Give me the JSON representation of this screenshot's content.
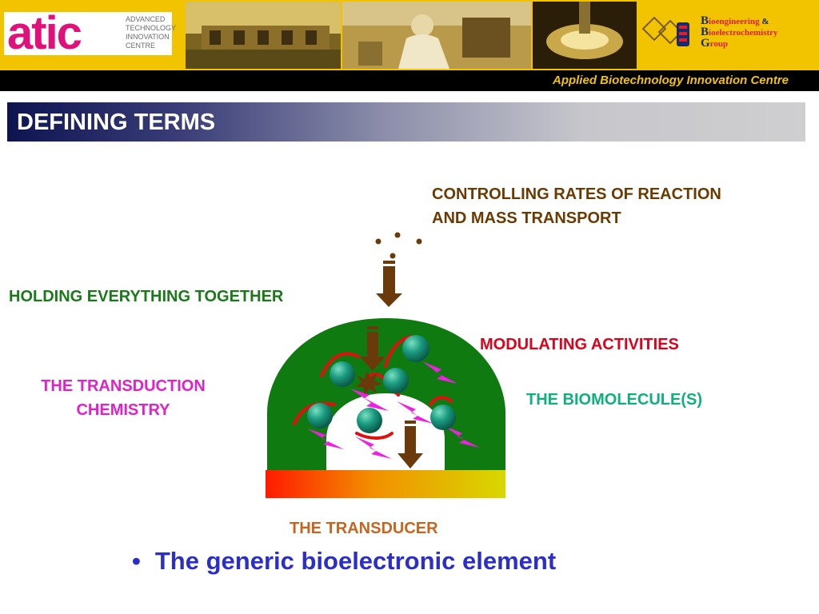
{
  "header": {
    "logo_word": "atic",
    "logo_lines": [
      "ADVANCED",
      "TECHNOLOGY",
      "INNOVATION",
      "CENTRE"
    ],
    "group_logo": [
      {
        "cap": "B",
        "rest": "ioengineering",
        "amp": " &"
      },
      {
        "cap": "B",
        "rest": "ioelectrochemistry",
        "amp": ""
      },
      {
        "cap": "G",
        "rest": "roup",
        "amp": ""
      }
    ],
    "subtitle": "Applied Biotechnology Innovation Centre"
  },
  "title": "DEFINING TERMS",
  "labels": {
    "controlling_line1": "CONTROLLING RATES OF REACTION",
    "controlling_line2": "AND MASS TRANSPORT",
    "holding": "HOLDING EVERYTHING TOGETHER",
    "modulating": "MODULATING ACTIVITIES",
    "transduction_line1": "THE TRANSDUCTION",
    "transduction_line2": "CHEMISTRY",
    "biomolecules": "THE BIOMOLECULE(S)",
    "transducer": "THE TRANSDUCER"
  },
  "bullet": "The generic bioelectronic element",
  "colors": {
    "header_yellow": "#f2c400",
    "atic_magenta": "#e0117a",
    "dark_brown_label": "#6b3a00",
    "green_label": "#1a7a1a",
    "red_label": "#e0001a",
    "magenta_label": "#e020c8",
    "teal_label": "#10b07a",
    "orange_label": "#c8641e",
    "bullet_blue": "#2b2fc8",
    "dome_green": "#0f7a10",
    "arrow_brown": "#6b3a0a"
  }
}
